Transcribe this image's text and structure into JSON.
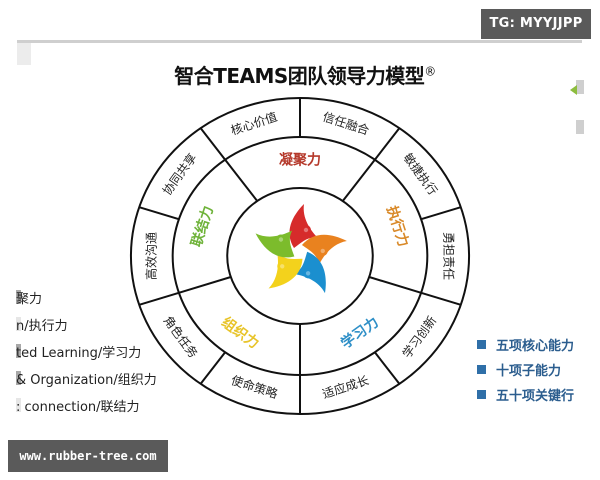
{
  "watermarks": {
    "top_right": "TG: MYYJJPP",
    "bottom_left": "www.rubber-tree.com"
  },
  "title": {
    "text": "智合TEAMS团队领导力模型",
    "mark": "®"
  },
  "wheel": {
    "core_ring": [
      {
        "label": "凝聚力",
        "color": "#b5392b"
      },
      {
        "label": "执行力",
        "color": "#d98a2a"
      },
      {
        "label": "学习力",
        "color": "#2e8fc7"
      },
      {
        "label": "组织力",
        "color": "#e8c42a"
      },
      {
        "label": "联结力",
        "color": "#6fb33a"
      }
    ],
    "outer_ring": [
      "核心价值",
      "信任融合",
      "敏捷执行",
      "勇担责任",
      "学习创新",
      "适应成长",
      "使命策略",
      "角色任务",
      "高效沟通",
      "协同共享"
    ],
    "logo": {
      "figure_colors": [
        "#d62b2b",
        "#e9821f",
        "#1b8fcf",
        "#f3d21c",
        "#7cbc2c"
      ]
    }
  },
  "left_legend": [
    "聚力",
    "n/执行力",
    "ted Learning/学习力",
    "& Organization/组织力",
    ": connection/联结力"
  ],
  "right_legend": [
    "五项核心能力",
    "十项子能力",
    "五十项关键行"
  ],
  "colors": {
    "legend_blue": "#2b5d8e",
    "badge_gray": "#5a5a5a"
  }
}
